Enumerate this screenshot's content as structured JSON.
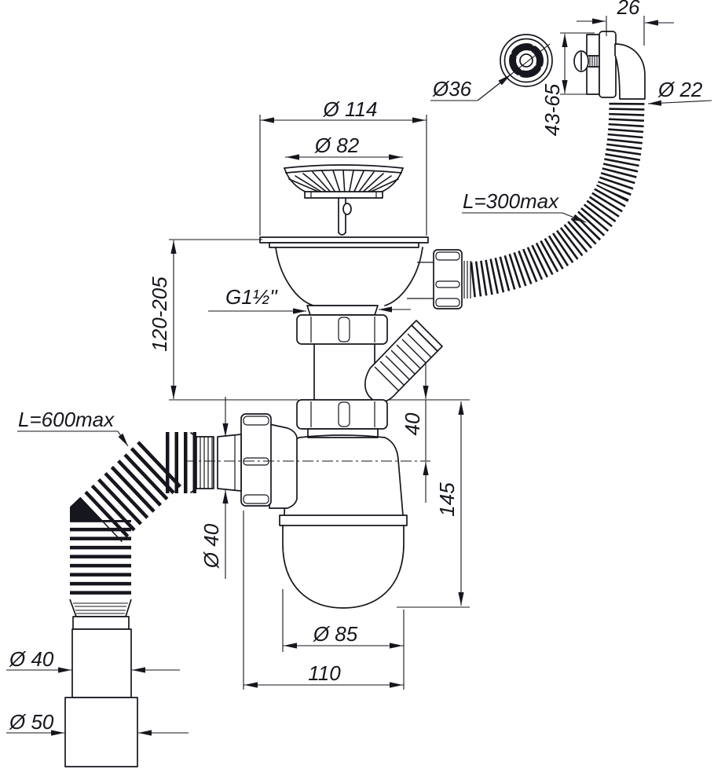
{
  "drawing": {
    "type": "sink siphon with overflow — dimensioned technical drawing",
    "colors": {
      "line": "#16161e",
      "background": "#ffffff"
    }
  },
  "dimensions": {
    "strainer_outer": "Ø 114",
    "strainer_inner": "Ø 82",
    "overflow_grille": "Ø36",
    "elbow_width": "26",
    "overflow_height": "43-65",
    "overflow_hose_dia": "Ø 22",
    "overflow_hose_length": "L=300max",
    "thread": "G1½\"",
    "mount_height": "120-205",
    "outlet_hose_length": "L=600max",
    "inlet_offset": "40",
    "trap_height": "145",
    "outlet_pipe_dia": "Ø 40",
    "cup_dia": "Ø 85",
    "trap_depth": "110",
    "hose_end_dia": "Ø 40",
    "hose_adapter_dia": "Ø 50"
  }
}
